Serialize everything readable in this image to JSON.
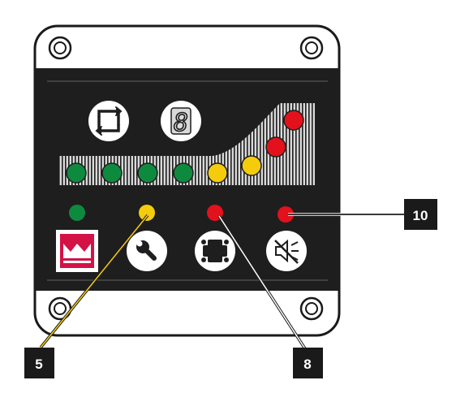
{
  "display": {
    "digit": "8"
  },
  "colors": {
    "housing": "#ffffff",
    "outline": "#1a1a1a",
    "panel": "#1e1e1e",
    "stripes": "#d9d9d9",
    "green": "#0e8a3e",
    "yellow": "#f5cc0c",
    "red": "#e3111b",
    "brand": "#d31245",
    "callout_bg": "#1a1a1a"
  },
  "bar_leds": [
    "green",
    "green",
    "green",
    "green",
    "yellow",
    "yellow",
    "red",
    "red"
  ],
  "status_leds": [
    "green",
    "yellow",
    "red",
    "red"
  ],
  "buttons": [
    {
      "icon": "crown-logo-icon"
    },
    {
      "icon": "wrench-icon"
    },
    {
      "icon": "motor-icon"
    },
    {
      "icon": "mute-icon"
    }
  ],
  "callouts": [
    {
      "label": "5"
    },
    {
      "label": "8"
    },
    {
      "label": "10"
    }
  ]
}
